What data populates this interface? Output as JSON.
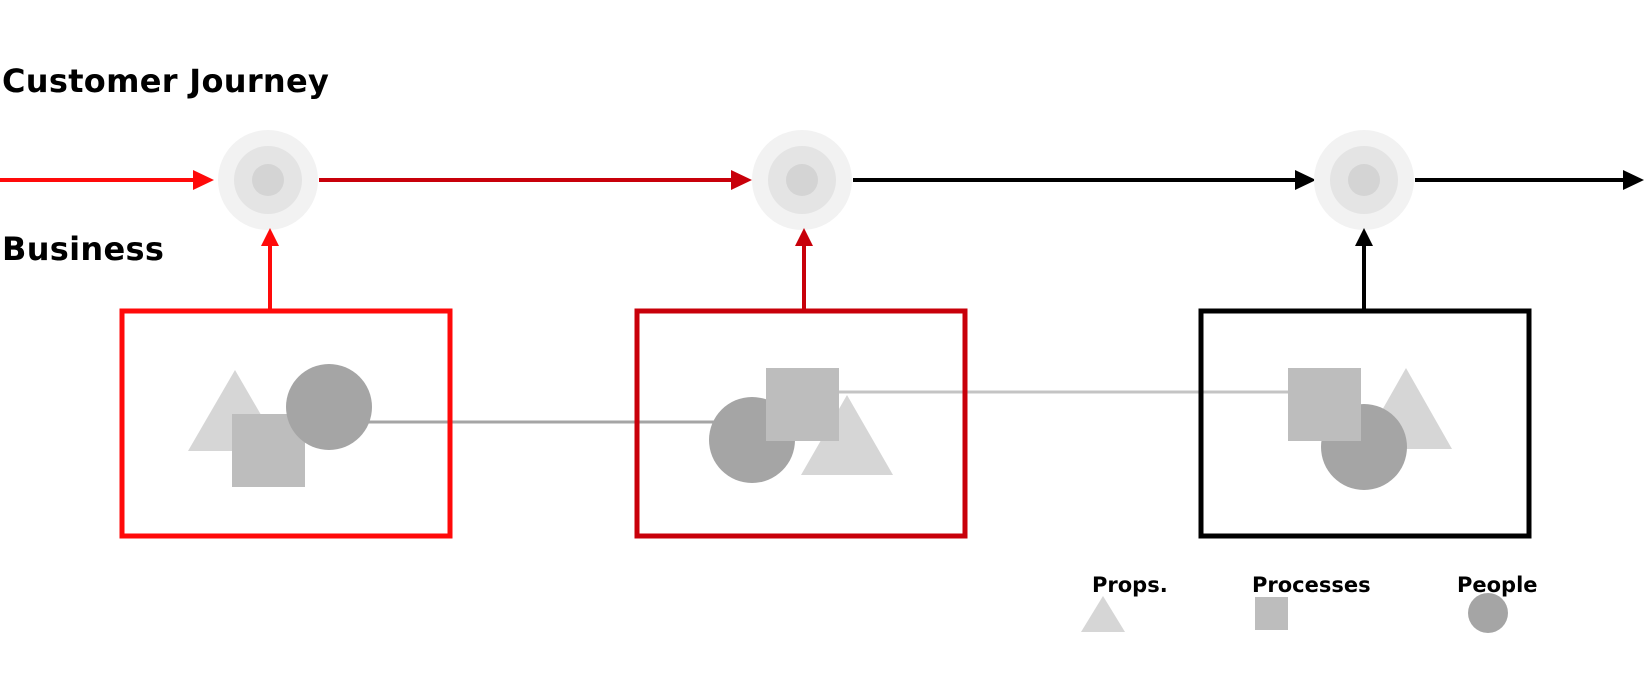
{
  "lanes": {
    "customer_journey": "Customer Journey",
    "business": "Business"
  },
  "legend": {
    "props": "Props.",
    "processes": "Processes",
    "people": "People"
  },
  "colors": {
    "bright_red": "#ff0a0a",
    "dark_red": "#c8000a",
    "black": "#000000",
    "touchpoint_outer": "#f2f2f2",
    "touchpoint_mid": "#e4e4e4",
    "touchpoint_inner": "#d4d4d4",
    "props_shape": "#d6d6d6",
    "process_shape": "#bdbdbd",
    "people_shape": "#a5a5a5",
    "connector": "#a5a5a5",
    "connector_light": "#c4c4c4"
  },
  "stages": [
    {
      "name": "stage-1",
      "color": "bright_red",
      "shapes": [
        "props",
        "processes",
        "people"
      ]
    },
    {
      "name": "stage-2",
      "color": "dark_red",
      "shapes": [
        "people",
        "processes",
        "props"
      ]
    },
    {
      "name": "stage-3",
      "color": "black",
      "shapes": [
        "props",
        "processes",
        "people"
      ]
    }
  ]
}
